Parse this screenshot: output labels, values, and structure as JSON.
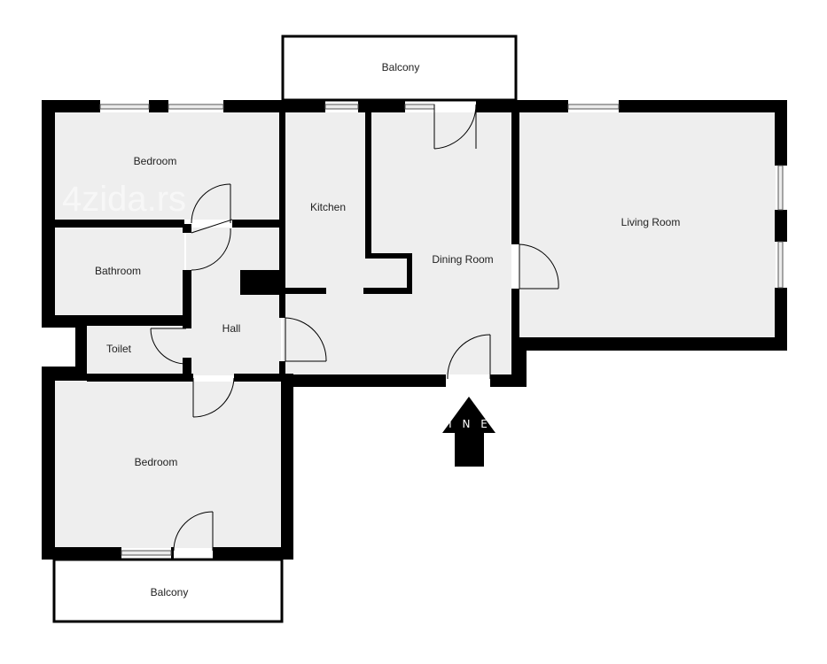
{
  "rooms": {
    "balcony_top": "Balcony",
    "bedroom_top": "Bedroom",
    "kitchen": "Kitchen",
    "living_room": "Living Room",
    "dining_room": "Dining Room",
    "bathroom": "Bathroom",
    "hall": "Hall",
    "toilet": "Toilet",
    "bedroom_bottom": "Bedroom",
    "balcony_bottom": "Balcony"
  },
  "entrance": {
    "label": "I N E"
  },
  "watermark": {
    "text": "4zida.rs"
  },
  "colors": {
    "wall": "#000000",
    "floor": "#eeeeee",
    "balcony_fill": "#ffffff",
    "window": "#e8e8e8"
  }
}
